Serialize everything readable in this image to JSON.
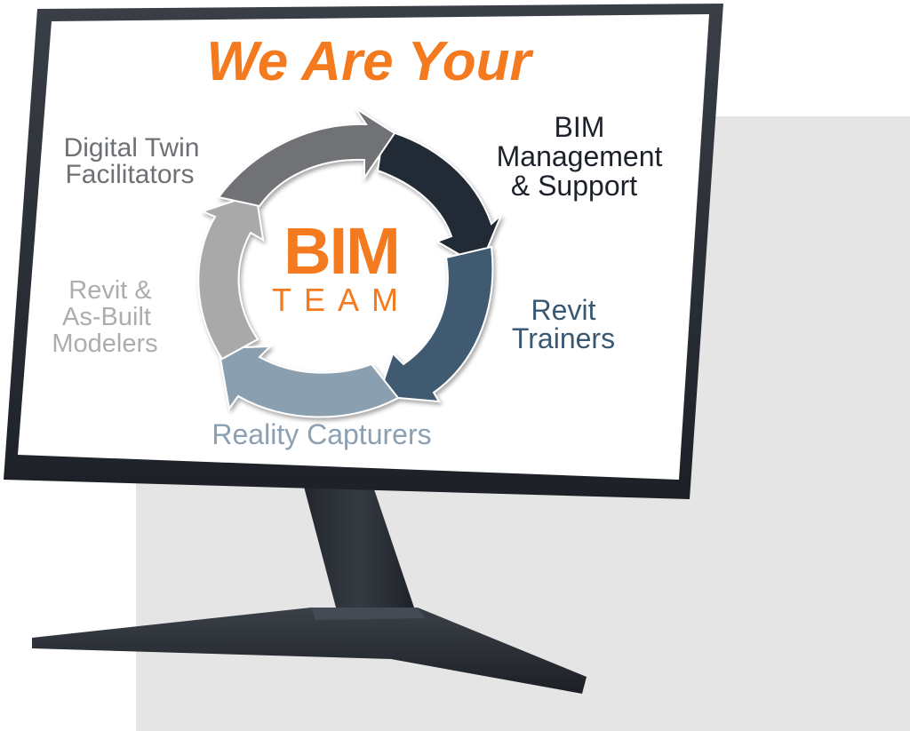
{
  "headline": "We Are Your",
  "center": {
    "line1": "BIM",
    "line2": "TEAM"
  },
  "roles": {
    "top_right": [
      "BIM",
      "Management",
      "& Support"
    ],
    "right": [
      "Revit",
      "Trainers"
    ],
    "bottom": "Reality Capturers",
    "left": [
      "Revit &",
      "As-Built",
      "Modelers"
    ],
    "top_left": [
      "Digital Twin",
      "Facilitators"
    ]
  },
  "colors": {
    "accent_orange": "#f47a1f",
    "arrow_dark": "#232a35",
    "arrow_blue": "#3f5a72",
    "arrow_light_blue": "#8aa0b0",
    "arrow_light_gray": "#a9a9a9",
    "arrow_gray": "#6f7276",
    "monitor_frame": "#2d3138",
    "backdrop": "#e5e5e5"
  }
}
